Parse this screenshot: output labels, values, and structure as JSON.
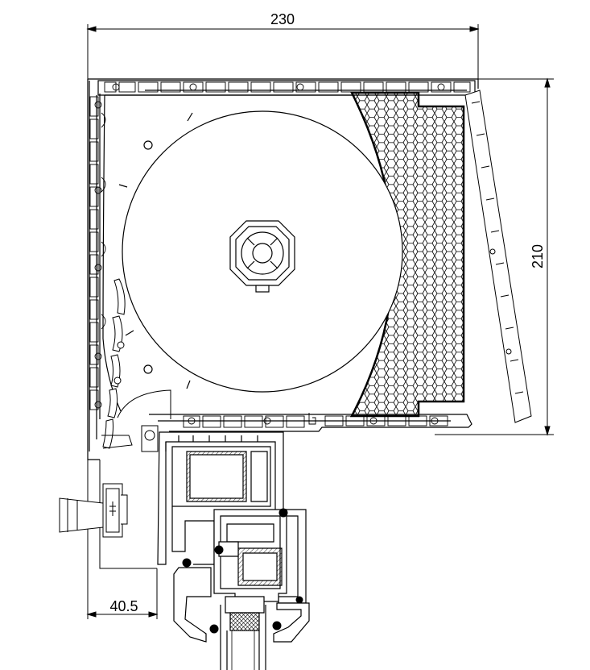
{
  "dimensions": {
    "width_label": "230",
    "height_label": "210",
    "offset_label": "40.5"
  },
  "colors": {
    "line": "#000000",
    "background": "#ffffff",
    "hatch": "#000000"
  }
}
